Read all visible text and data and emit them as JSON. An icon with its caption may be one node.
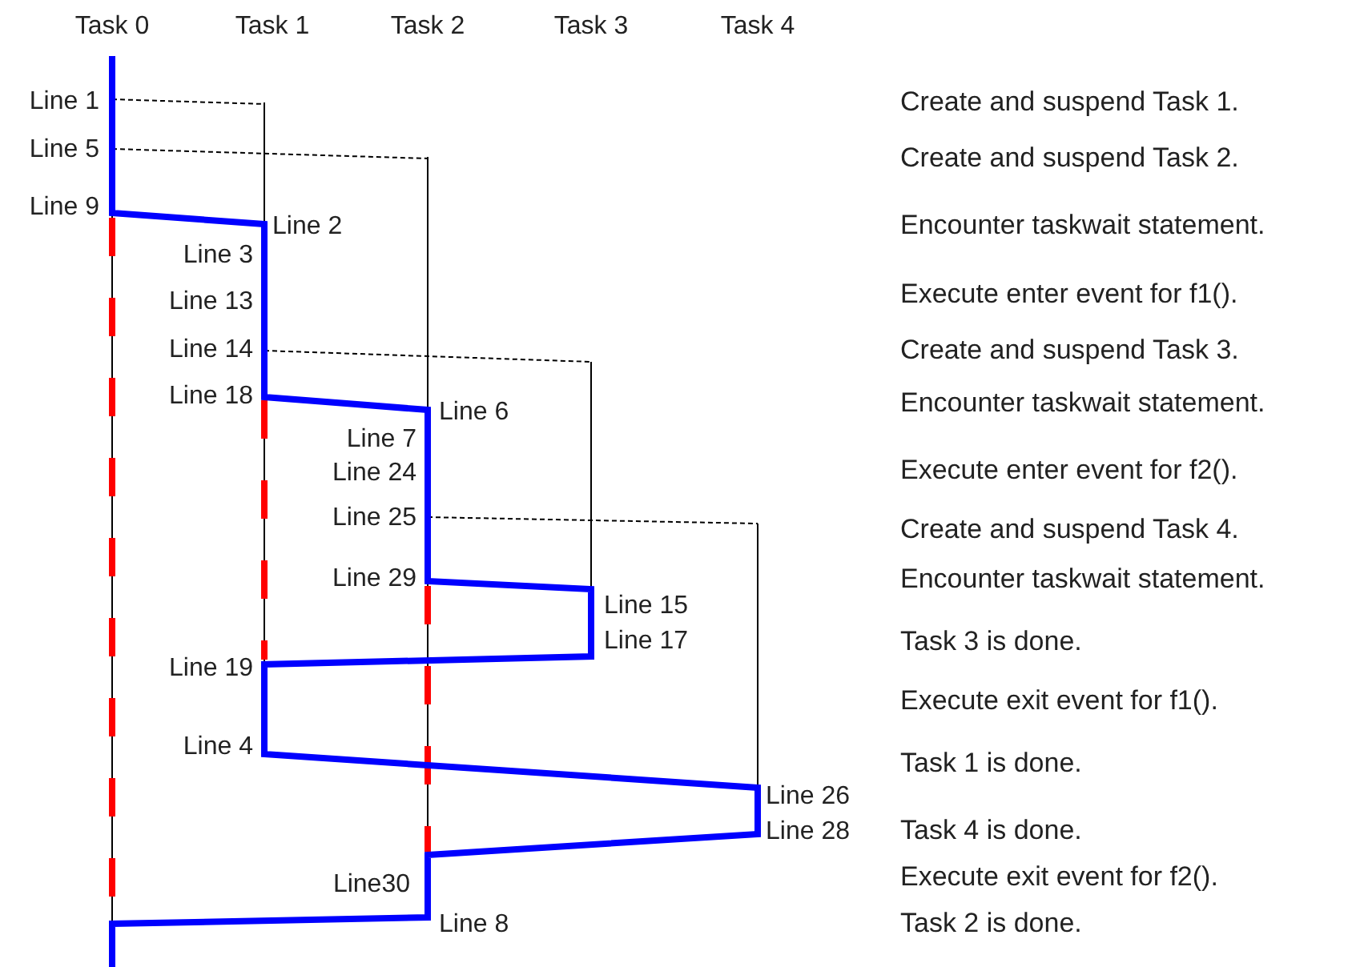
{
  "diagram": {
    "labels": [
      "Task 0",
      "Task 1",
      "Task 2",
      "Task 3",
      "Task 4",
      "Line 1",
      "Line 5",
      "Line 9",
      "Line 2",
      "Line 3",
      "Line 13",
      "Line 14",
      "Line 18",
      "Line 6",
      "Line 7",
      "Line 24",
      "Line 25",
      "Line 29",
      "Line 15",
      "Line 17",
      "Line 19",
      "Line 4",
      "Line 26",
      "Line 28",
      "Line30",
      "Line 8",
      "Create and suspend Task 1.",
      "Create and suspend Task 2.",
      "Encounter taskwait statement.",
      "Execute enter event for f1().",
      "Create and suspend Task 3.",
      "Encounter taskwait statement.",
      "Execute enter event for f2().",
      "Create and suspend Task 4.",
      "Encounter taskwait statement.",
      "Task 3 is done.",
      "Execute exit event for f1().",
      "Task 1 is done.",
      "Task 4 is done.",
      "Execute exit event for f2().",
      "Task 2 is done."
    ]
  }
}
